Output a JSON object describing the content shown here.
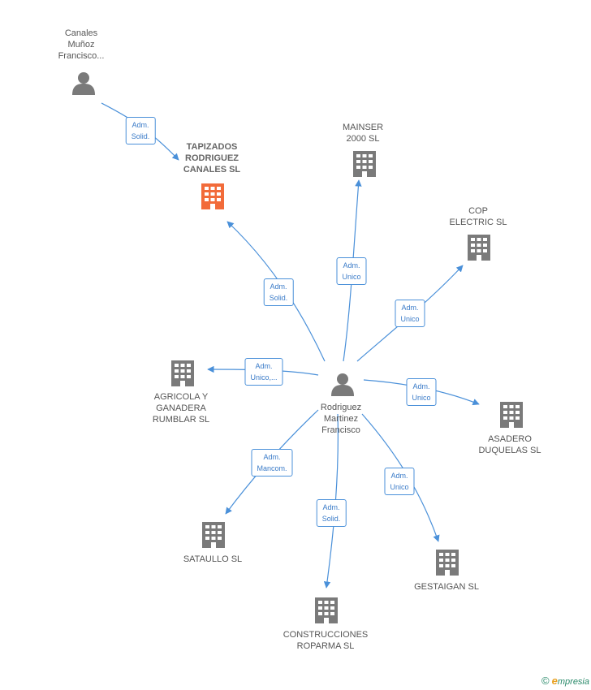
{
  "nodes": {
    "canales": {
      "label": "Canales\nMuñoz\nFrancisco...",
      "kind": "person"
    },
    "tapizados": {
      "label": "TAPIZADOS\nRODRIGUEZ\nCANALES  SL",
      "kind": "company-focus"
    },
    "mainser": {
      "label": "MAINSER\n2000 SL",
      "kind": "company"
    },
    "cop": {
      "label": "COP\nELECTRIC SL",
      "kind": "company"
    },
    "agricola": {
      "label": "AGRICOLA Y\nGANADERA\nRUMBLAR SL",
      "kind": "company"
    },
    "rodriguez": {
      "label": "Rodriguez\nMartinez\nFrancisco",
      "kind": "person"
    },
    "asadero": {
      "label": "ASADERO\nDUQUELAS SL",
      "kind": "company"
    },
    "sataullo": {
      "label": "SATAULLO SL",
      "kind": "company"
    },
    "gestaigan": {
      "label": "GESTAIGAN SL",
      "kind": "company"
    },
    "construcciones": {
      "label": "CONSTRUCCIONES\nROPARMA  SL",
      "kind": "company"
    }
  },
  "edges": [
    {
      "from": "canales",
      "to": "tapizados",
      "label": "Adm.\nSolid."
    },
    {
      "from": "rodriguez",
      "to": "tapizados",
      "label": "Adm.\nSolid."
    },
    {
      "from": "rodriguez",
      "to": "mainser",
      "label": "Adm.\nUnico"
    },
    {
      "from": "rodriguez",
      "to": "cop",
      "label": "Adm.\nUnico"
    },
    {
      "from": "rodriguez",
      "to": "agricola",
      "label": "Adm.\nUnico,..."
    },
    {
      "from": "rodriguez",
      "to": "asadero",
      "label": "Adm.\nUnico"
    },
    {
      "from": "rodriguez",
      "to": "sataullo",
      "label": "Adm.\nMancom."
    },
    {
      "from": "rodriguez",
      "to": "construcciones",
      "label": "Adm.\nSolid."
    },
    {
      "from": "rodriguez",
      "to": "gestaigan",
      "label": "Adm.\nUnico"
    }
  ],
  "colors": {
    "edge": "#4a90d9",
    "company": "#7a7a7a",
    "focus": "#f26b3a",
    "person": "#7a7a7a"
  },
  "footer": {
    "copyright": "©",
    "brand_first": "e",
    "brand_rest": "mpresia"
  }
}
